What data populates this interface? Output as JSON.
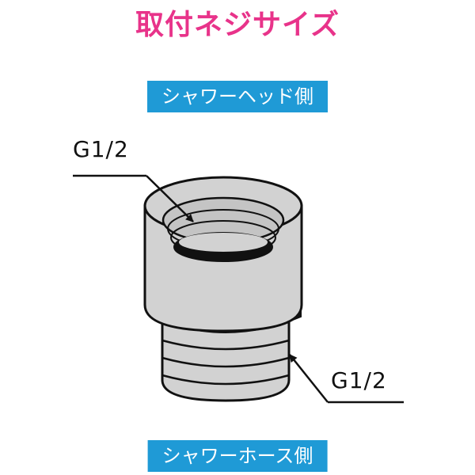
{
  "title": "取付ネジサイズ",
  "shower_head_side_label": "シャワーヘッド側",
  "shower_hose_side_label": "シャワーホース側",
  "top_thread_size": "G1/2",
  "bottom_thread_size": "G1/2",
  "colors": {
    "title": "#e8338a",
    "label_bg": "#1f9ad6",
    "label_text": "#ffffff",
    "part_fill": "#d2d2d2",
    "outline": "#111111"
  }
}
